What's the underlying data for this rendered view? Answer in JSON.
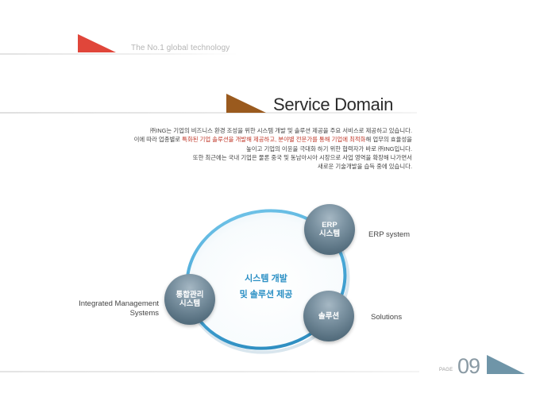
{
  "header": {
    "tagline": "The No.1 global technology"
  },
  "section": {
    "title": "Service Domain"
  },
  "intro": {
    "line1": "㈜ING는 기업의 비즈니스 환경 조성을 위한 시스템 개발 및 솔루션 제공을 주요 서비스로 제공하고 있습니다.",
    "line2_pre": "이에 따라 업종별로 ",
    "line2_hl": "특화된 기업 솔루션을 개발해 제공하고, 분야별 전문가를 통해 기업에 최적화",
    "line2_post": "해 업무의 효율성을",
    "line3": "높이고 기업의 이윤을 극대화 하기 위한 협력자가 바로 ㈜ING입니다.",
    "line4": "또한 최근에는 국내 기업은 물론 중국 및 동남아시아 시장으로 사업 영역을 확장해 나가면서",
    "line5": "새로운 기술개발을 습득 중에 있습니다."
  },
  "diagram": {
    "center_line1": "시스템 개발",
    "center_line2": "및 솔루션 제공",
    "erp": {
      "line1": "ERP",
      "line2": "시스템",
      "label": "ERP system"
    },
    "management": {
      "line1": "통합관리",
      "line2": "시스템",
      "label_line1": "Integrated Management",
      "label_line2": "Systems"
    },
    "solutions": {
      "line1": "솔루션",
      "label": "Solutions"
    },
    "colors": {
      "ring": "#4aa9d8",
      "node": "#5d7585",
      "center_text": "#2a8fc4"
    }
  },
  "footer": {
    "page_word": "PAGE",
    "page_number": "09"
  },
  "colors": {
    "accent_red": "#e0463a",
    "accent_brown": "#9a5a1e",
    "accent_blue": "#6f95a8",
    "highlight": "#c0392b"
  }
}
